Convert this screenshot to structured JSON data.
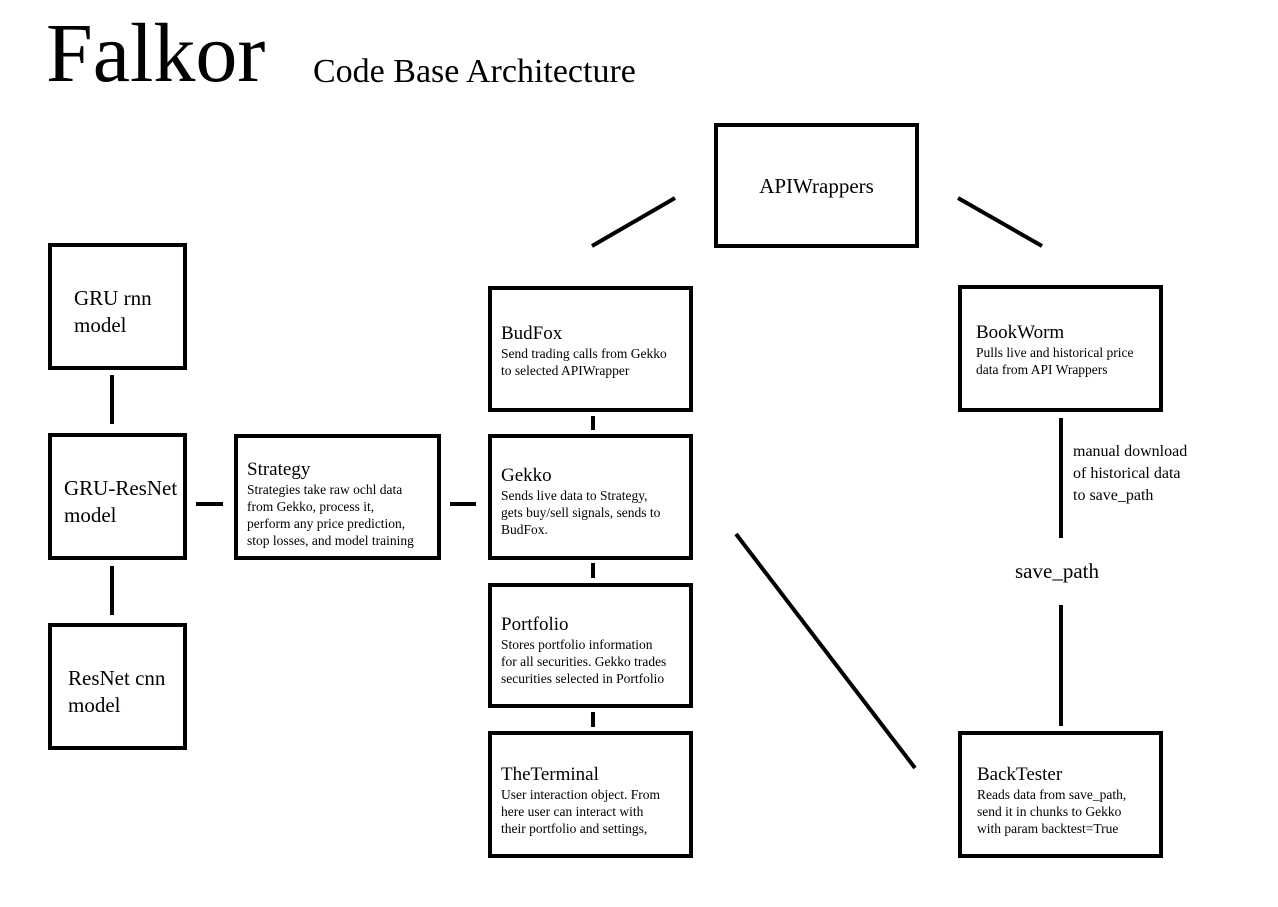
{
  "header": {
    "title": "Falkor",
    "subtitle": "Code Base Architecture"
  },
  "nodes": {
    "apiwrappers": {
      "name": "APIWrappers"
    },
    "gru_rnn": {
      "name": "GRU rnn model"
    },
    "gru_resnet": {
      "name": "GRU-ResNet model"
    },
    "resnet_cnn": {
      "name": "ResNet cnn model"
    },
    "strategy": {
      "name": "Strategy",
      "desc": [
        "Strategies take raw ochl data",
        "from Gekko, process it,",
        "perform any price prediction,",
        "stop losses, and model training"
      ]
    },
    "budfox": {
      "name": "BudFox",
      "desc": [
        "Send trading calls from Gekko",
        "to selected APIWrapper"
      ]
    },
    "gekko": {
      "name": "Gekko",
      "desc": [
        "Sends live data to Strategy,",
        "gets buy/sell signals, sends to",
        "BudFox."
      ]
    },
    "portfolio": {
      "name": "Portfolio",
      "desc": [
        "Stores portfolio information",
        "for all securities. Gekko trades",
        "securities selected in Portfolio"
      ]
    },
    "theterminal": {
      "name": "TheTerminal",
      "desc": [
        "User interaction object. From",
        "here user can interact with",
        "their portfolio and settings,"
      ]
    },
    "bookworm": {
      "name": "BookWorm",
      "desc": [
        "Pulls live and historical price",
        "data from API Wrappers"
      ]
    },
    "backtester": {
      "name": "BackTester",
      "desc": [
        "Reads data from save_path,",
        "send it in chunks to Gekko",
        "with param backtest=True"
      ]
    },
    "save_path": {
      "name": "save_path"
    }
  },
  "edge_labels": {
    "manual_download": [
      "manual download",
      "of historical data",
      "to save_path"
    ]
  }
}
